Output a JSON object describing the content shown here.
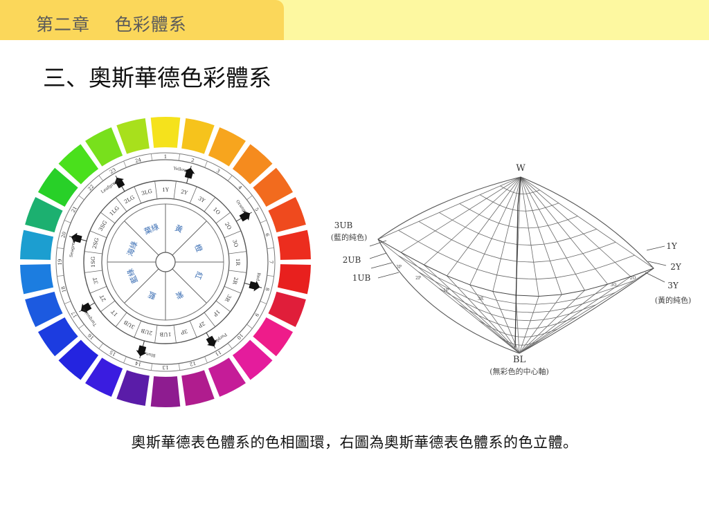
{
  "header": {
    "title": "第二章    色彩體系",
    "accent_tab": "#fbd75a",
    "bar_color": "#fdf8a0"
  },
  "section": {
    "heading": "三、奧斯華德色彩體系"
  },
  "hue_wheel": {
    "segment_colors": [
      "#f5e21c",
      "#f6c31c",
      "#f7a51e",
      "#f58b1e",
      "#f26b1e",
      "#ef4a1e",
      "#ec2d1e",
      "#e8201e",
      "#e01e3a",
      "#ee1c8a",
      "#e41c9c",
      "#c51c98",
      "#b01c8e",
      "#8e1c90",
      "#5a1ca8",
      "#3a1ce0",
      "#2424e0",
      "#1c3ce0",
      "#1c5ae0",
      "#1c7de0",
      "#1c9ed0",
      "#1cb070",
      "#28d028",
      "#4ae01c",
      "#78e01c",
      "#a8e01c"
    ],
    "outer_numbers": [
      "1",
      "2",
      "3",
      "4",
      "5",
      "6",
      "7",
      "8",
      "9",
      "10",
      "11",
      "12",
      "13",
      "14",
      "15",
      "16",
      "17",
      "18",
      "19",
      "20",
      "21",
      "22",
      "23",
      "24"
    ],
    "inner_codes": [
      "1Y",
      "2Y",
      "3Y",
      "1O",
      "2O",
      "3O",
      "1R",
      "2R",
      "3R",
      "1P",
      "2P",
      "3P",
      "1UB",
      "2UB",
      "3UB",
      "1T",
      "2T",
      "3T",
      "1SG",
      "2SG",
      "3SG",
      "1LG",
      "2LG",
      "3LG"
    ],
    "pointer_labels": [
      "Yellow",
      "Orange",
      "Red",
      "Purple",
      "Blue",
      "Turquoise",
      "Seagreen",
      "Leafgreen"
    ],
    "center_hue_names": [
      "黃",
      "橙",
      "紅",
      "紫",
      "藍",
      "藍綠",
      "海綠",
      "葉綠"
    ]
  },
  "color_solid": {
    "top_label": "W",
    "bottom_label": "BL",
    "bottom_note": "(無彩色的中心軸)",
    "left_labels": [
      "3UB",
      "(藍的純色)",
      "2UB",
      "1UB"
    ],
    "right_labels": [
      "1Y",
      "2Y",
      "3Y",
      "(黃的純色)"
    ],
    "inner_marks": [
      "3P",
      "2P",
      "1P",
      "3R",
      "3O",
      "2O"
    ]
  },
  "caption": {
    "text": "奧斯華德表色體系的色相圖環，右圖為奧斯華德表色體系的色立體。"
  }
}
